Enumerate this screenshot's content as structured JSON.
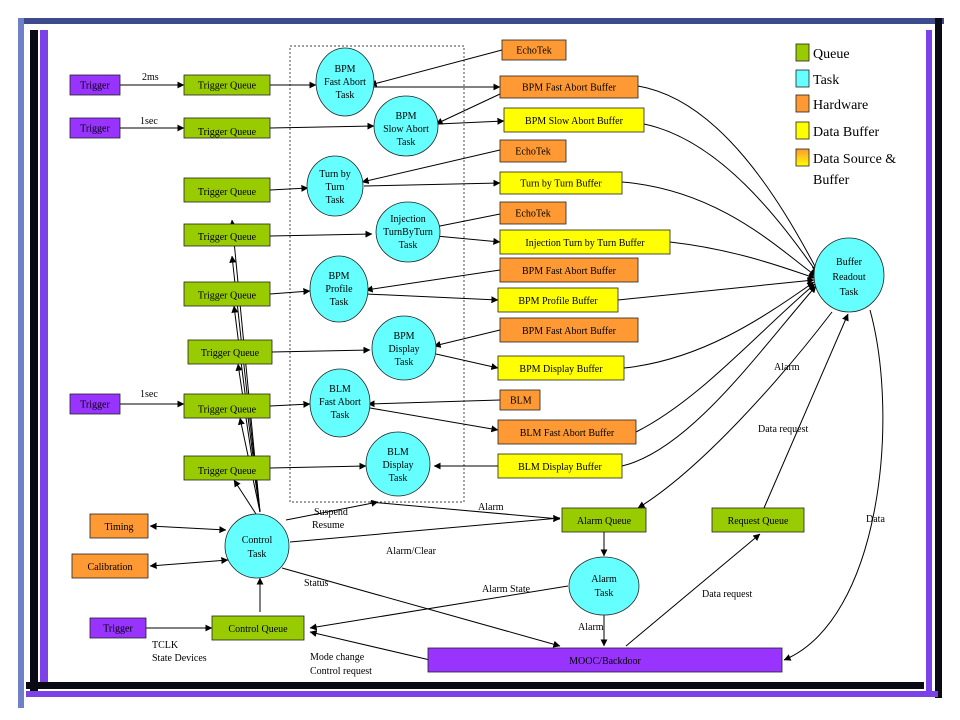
{
  "colors": {
    "queue": "#99cc00",
    "task": "#66ffff",
    "hardware": "#ff9933",
    "buffer": "#ffff00",
    "trigger": "#9933ff"
  },
  "legend": {
    "queue": "Queue",
    "task": "Task",
    "hardware": "Hardware",
    "buffer": "Data Buffer",
    "source_buffer_1": "Data Source &",
    "source_buffer_2": "Buffer"
  },
  "triggers": {
    "t1": "Trigger",
    "t2": "Trigger",
    "t3": "Trigger",
    "t4": "Trigger"
  },
  "queues": {
    "q1": "Trigger Queue",
    "q2": "Trigger Queue",
    "q3": "Trigger Queue",
    "q4": "Trigger Queue",
    "q5": "Trigger Queue",
    "q6": "Trigger Queue",
    "q7": "Trigger Queue",
    "q8": "Trigger Queue",
    "alarm_queue": "Alarm Queue",
    "request_queue": "Request Queue",
    "control_queue": "Control Queue"
  },
  "tasks": {
    "bpm_fast_abort": [
      "BPM",
      "Fast Abort",
      "Task"
    ],
    "bpm_slow_abort": [
      "BPM",
      "Slow Abort",
      "Task"
    ],
    "turn_by_turn": [
      "Turn by",
      "Turn",
      "Task"
    ],
    "injection": [
      "Injection",
      "TurnByTurn",
      "Task"
    ],
    "bpm_profile": [
      "BPM",
      "Profile",
      "Task"
    ],
    "bpm_display": [
      "BPM",
      "Display",
      "Task"
    ],
    "blm_fast_abort": [
      "BLM",
      "Fast Abort",
      "Task"
    ],
    "blm_display": [
      "BLM",
      "Display",
      "Task"
    ],
    "buffer_readout": [
      "Buffer",
      "Readout",
      "Task"
    ],
    "control": [
      "Control",
      "Task"
    ],
    "alarm": [
      "Alarm",
      "Task"
    ]
  },
  "hardware": {
    "echotek1": "EchoTek",
    "echotek2": "EchoTek",
    "echotek3": "EchoTek",
    "blm": "BLM",
    "timing": "Timing",
    "calibration": "Calibration"
  },
  "buffers": {
    "bpm_fast_abort_1": "BPM Fast Abort Buffer",
    "bpm_slow_abort": "BPM Slow Abort Buffer",
    "turn_by_turn": "Turn by Turn Buffer",
    "injection": "Injection Turn by Turn Buffer",
    "bpm_fast_abort_2": "BPM Fast Abort Buffer",
    "bpm_profile": "BPM Profile Buffer",
    "bpm_fast_abort_3": "BPM Fast Abort Buffer",
    "bpm_display": "BPM Display Buffer",
    "blm_fast_abort": "BLM Fast Abort Buffer",
    "blm_display": "BLM Display Buffer"
  },
  "mooc": "MOOC/Backdoor",
  "edge_labels": {
    "rate_2ms": "2ms",
    "rate_1sec_a": "1sec",
    "rate_1sec_b": "1sec",
    "suspend": "Suspend",
    "resume": "Resume",
    "alarm_top": "Alarm",
    "alarm_clear": "Alarm/Clear",
    "status": "Status",
    "alarm_state": "Alarm State",
    "alarm_mid": "Alarm",
    "alarm_bottom": "Alarm",
    "data_request_1": "Data request",
    "data_request_2": "Data request",
    "data": "Data",
    "tclk": "TCLK",
    "state_devices": "State Devices",
    "mode_change": "Mode change",
    "control_request": "Control  request"
  }
}
